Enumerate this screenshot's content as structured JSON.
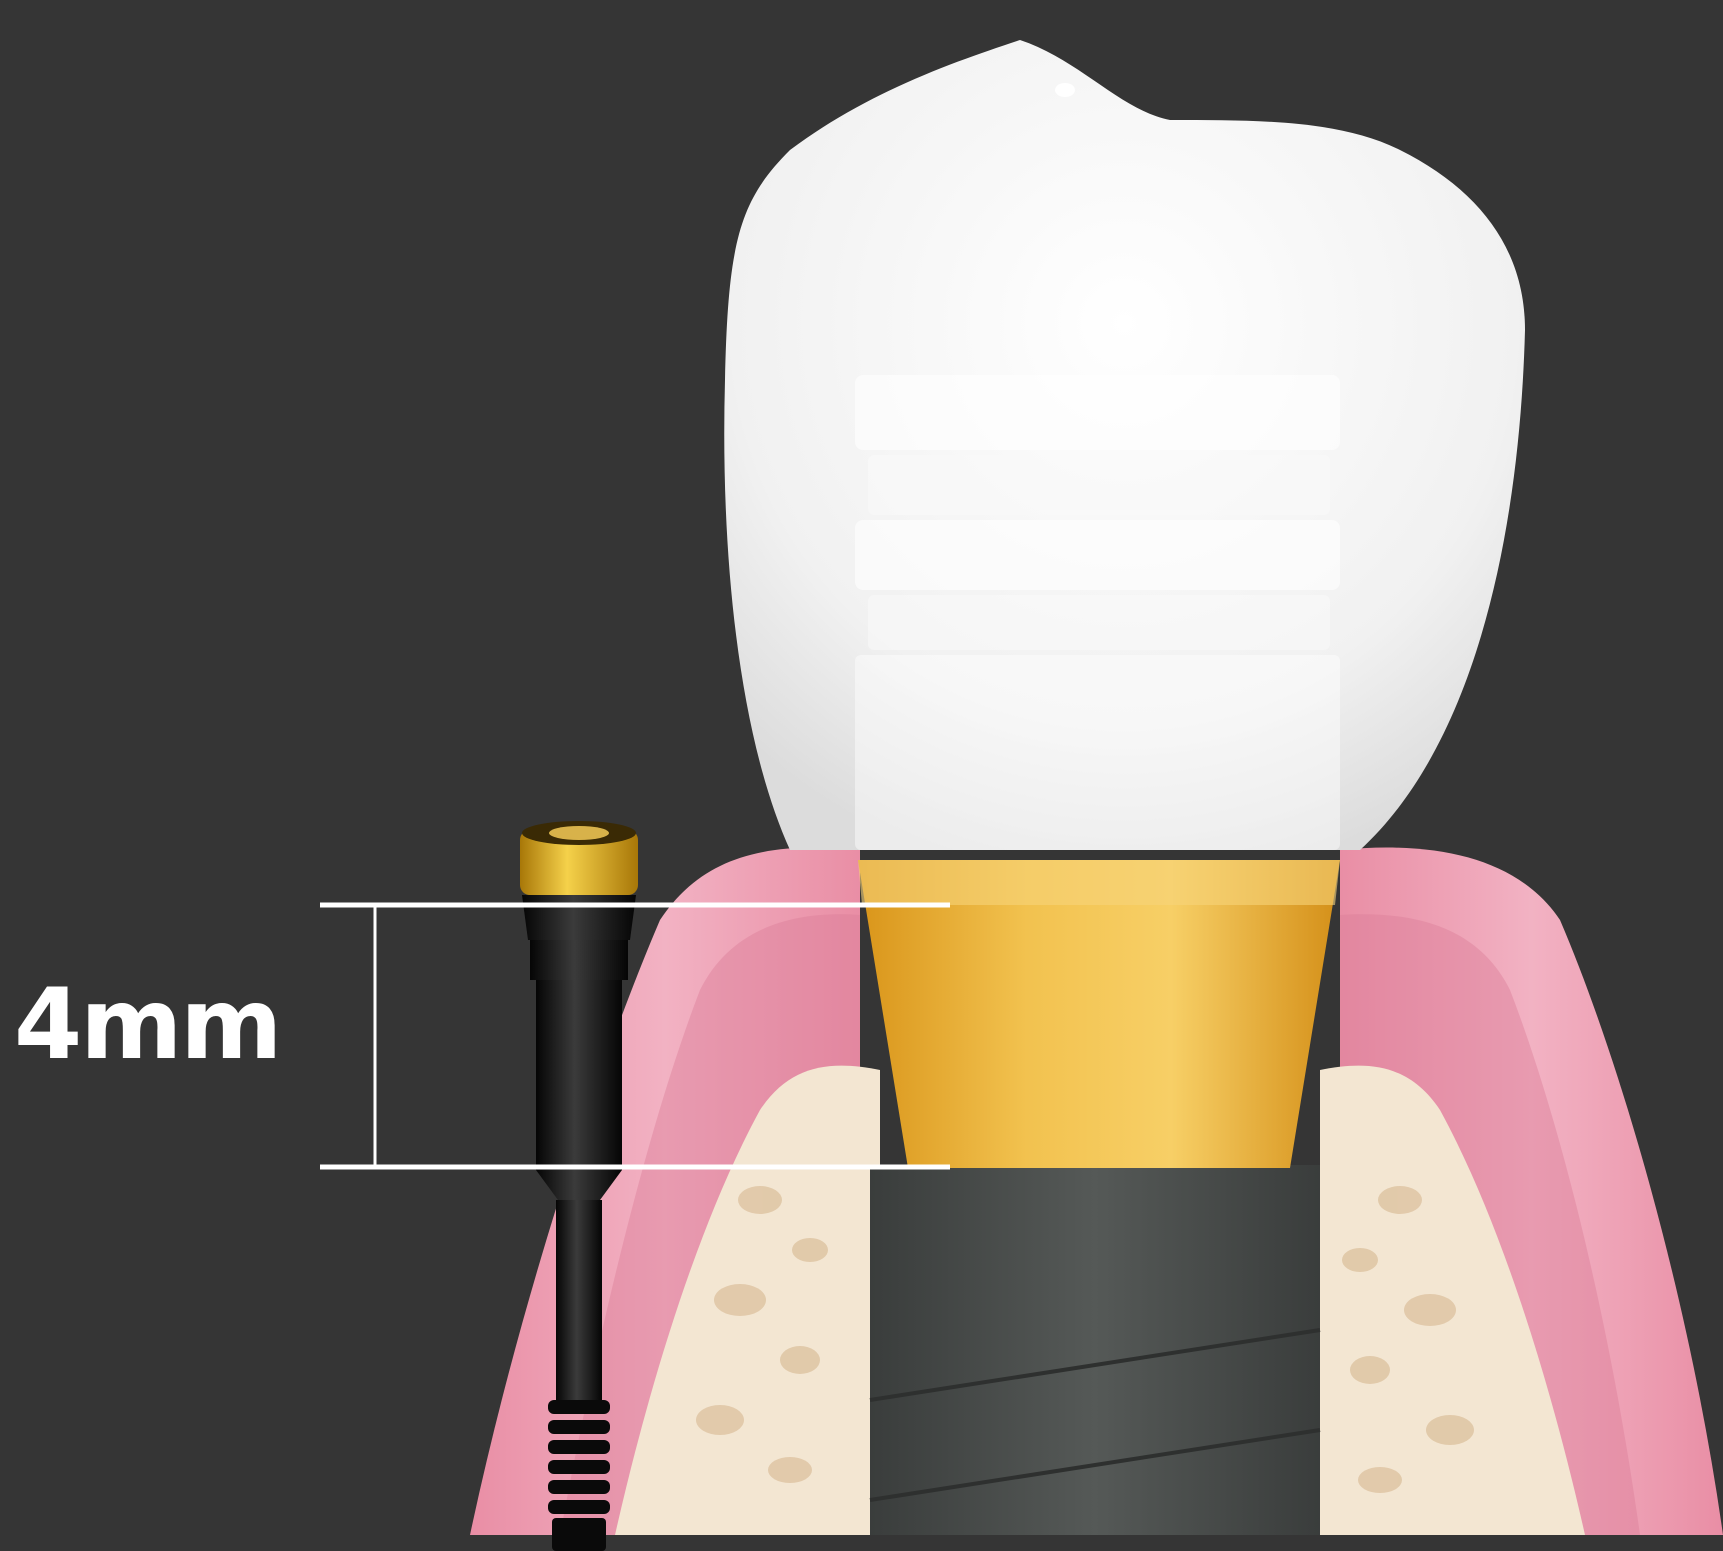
{
  "measurement": {
    "label": "4mm"
  },
  "colors": {
    "background": "#353535",
    "gum": "#e9a0b2",
    "bone": "#f3e6d2",
    "implant": "#4a4e4c",
    "abutment": "#e9b23a",
    "crown": "#f6f6f6",
    "probe": "#111111",
    "probe_tip": "#d4a21a",
    "measure_lines": "#ffffff"
  },
  "illustration": {
    "elements": [
      "gum",
      "bone",
      "implant",
      "abutment",
      "crown",
      "periodontal-probe",
      "measurement-bracket"
    ]
  }
}
